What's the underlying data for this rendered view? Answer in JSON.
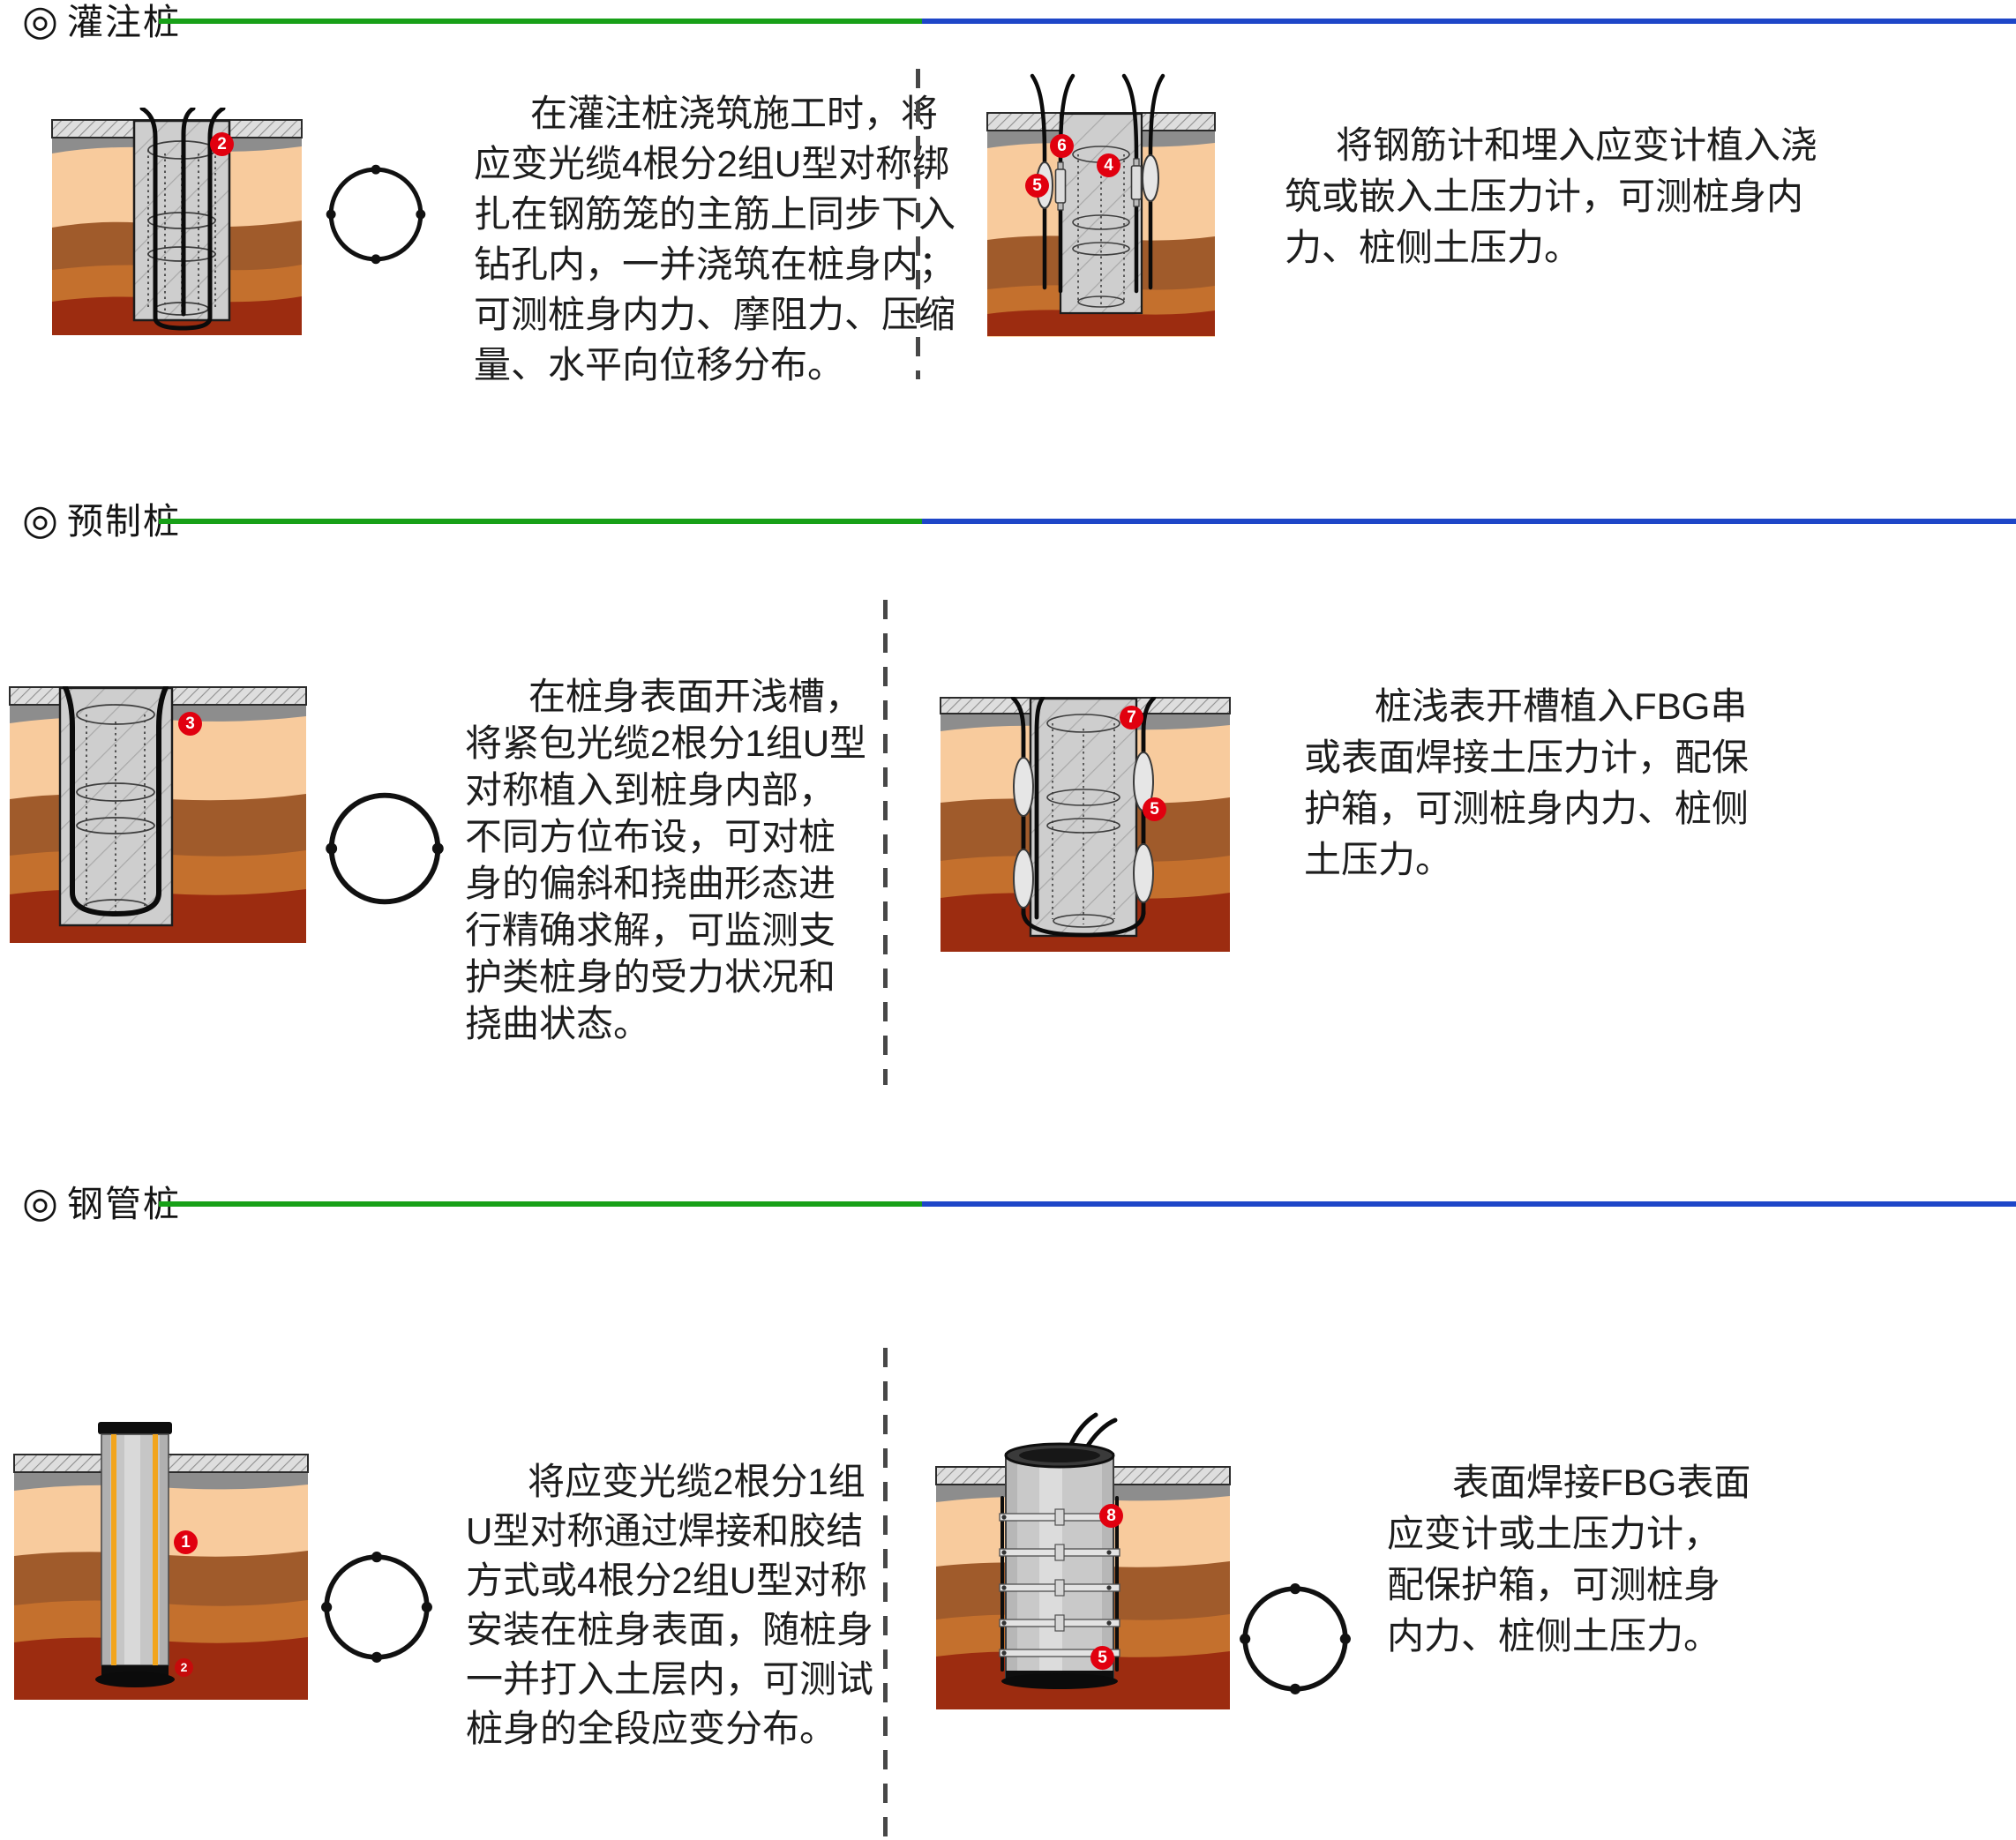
{
  "colors": {
    "header_rule_green": "#18a018",
    "header_rule_blue": "#1e46c8",
    "callout_badge_red": "#e1000f",
    "soil_top": "#f8cb9d",
    "soil_mid": "#a05b2b",
    "soil_rust": "#c4702d",
    "soil_deep": "#9c2c10"
  },
  "sections": [
    {
      "bullet": "◎",
      "title": "灌注桩",
      "left": {
        "cross_section_dots": 4,
        "badges": [
          "2"
        ],
        "paragraph_lines": [
          "在灌注桩浇筑施工时，将",
          "应变光缆4根分2组U型对称绑",
          "扎在钢筋笼的主筋上同步下入",
          "钻孔内，一并浇筑在桩身内；",
          "可测桩身内力、摩阻力、压缩",
          "量、水平向位移分布。"
        ]
      },
      "right": {
        "badges": [
          "6",
          "4",
          "5"
        ],
        "paragraph_lines": [
          "将钢筋计和埋入应变计植入浇",
          "筑或嵌入土压力计，可测桩身内",
          "力、桩侧土压力。"
        ]
      }
    },
    {
      "bullet": "◎",
      "title": "预制桩",
      "left": {
        "cross_section_dots": 2,
        "badges": [
          "3"
        ],
        "paragraph_lines": [
          "在桩身表面开浅槽，",
          "将紧包光缆2根分1组U型",
          "对称植入到桩身内部，",
          "不同方位布设，可对桩",
          "身的偏斜和挠曲形态进",
          "行精确求解，可监测支",
          "护类桩身的受力状况和",
          "挠曲状态。"
        ]
      },
      "right": {
        "badges": [
          "7",
          "5"
        ],
        "paragraph_lines": [
          "桩浅表开槽植入FBG串",
          "或表面焊接土压力计，配保",
          "护箱，可测桩身内力、桩侧",
          "土压力。"
        ]
      }
    },
    {
      "bullet": "◎",
      "title": "钢管桩",
      "left": {
        "cross_section_dots": 4,
        "badges": [
          "1",
          "2"
        ],
        "paragraph_lines": [
          "将应变光缆2根分1组",
          "U型对称通过焊接和胶结",
          "方式或4根分2组U型对称",
          "安装在桩身表面，随桩身",
          "一并打入土层内，可测试",
          "桩身的全段应变分布。"
        ]
      },
      "right": {
        "cross_section_dots": 4,
        "badges": [
          "8",
          "5"
        ],
        "paragraph_lines": [
          "表面焊接FBG表面",
          "应变计或土压力计，",
          "配保护箱，可测桩身",
          "内力、桩侧土压力。"
        ]
      }
    }
  ]
}
